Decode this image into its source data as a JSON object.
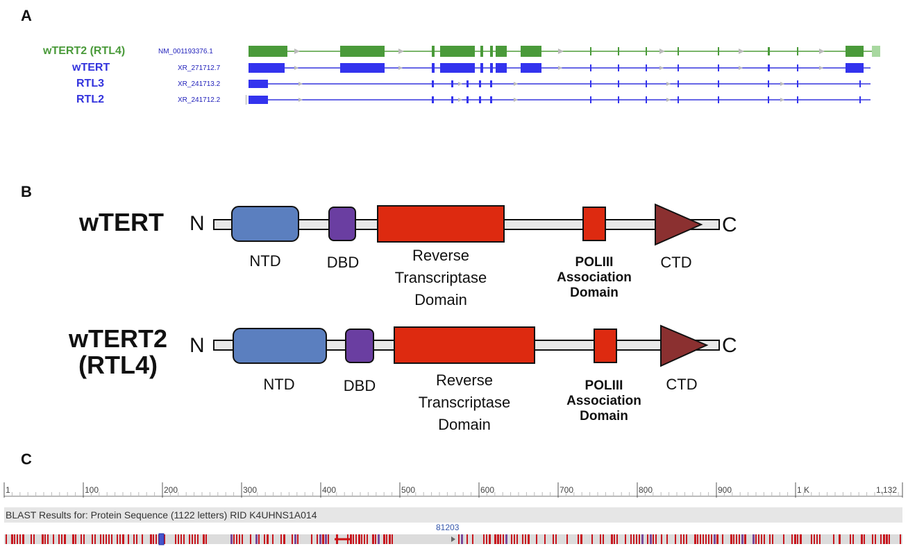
{
  "panels": {
    "a": "A",
    "b": "B",
    "c": "C"
  },
  "panel_a": {
    "tracks": [
      {
        "name": "wTERT2 (RTL4)",
        "accession": "NM_001193376.1",
        "color": "#4a9a3a"
      },
      {
        "name": "wTERT",
        "accession": "XR_271712.7",
        "color": "#3333dd"
      },
      {
        "name": "RTL3",
        "accession": "XR_241713.2",
        "color": "#3333dd"
      },
      {
        "name": "RTL2",
        "accession": "XR_241712.2",
        "color": "#3333dd"
      }
    ]
  },
  "panel_b": {
    "proteins": [
      {
        "name_line1": "wTERT",
        "name_line2": "",
        "n_term": "N",
        "c_term": "C"
      },
      {
        "name_line1": "wTERT2",
        "name_line2": "(RTL4)",
        "n_term": "N",
        "c_term": "C"
      }
    ],
    "domains": {
      "ntd": "NTD",
      "dbd": "DBD",
      "rt_line1": "Reverse",
      "rt_line2": "Transcriptase",
      "rt_line3": "Domain",
      "pol_line1": "POLIII",
      "pol_line2": "Association",
      "pol_line3": "Domain",
      "ctd": "CTD"
    },
    "colors": {
      "ntd": "#5b7fbf",
      "dbd": "#6a3ea1",
      "rt": "#dd2a10",
      "pol": "#dd2a10",
      "ctd": "#8b3030"
    }
  },
  "panel_c": {
    "ruler_ticks": [
      "1",
      "100",
      "200",
      "300",
      "400",
      "500",
      "600",
      "700",
      "800",
      "900",
      "1 K",
      "1,132"
    ],
    "blast_title": "BLAST Results for: Protein Sequence (1122 letters) RID K4UHNS1A014",
    "track_label": "81203"
  }
}
